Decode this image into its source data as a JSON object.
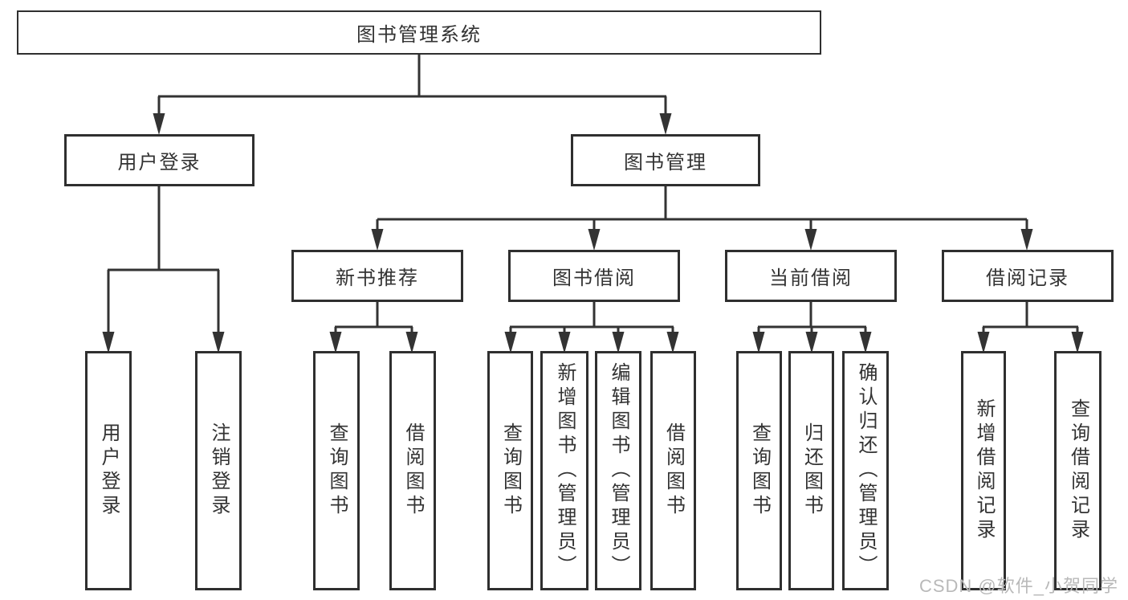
{
  "tree": {
    "root": {
      "label": "图书管理系统"
    },
    "level1": [
      {
        "label": "用户登录",
        "children": [
          {
            "label": "用户登录"
          },
          {
            "label": "注销登录"
          }
        ]
      },
      {
        "label": "图书管理",
        "groups": [
          {
            "label": "新书推荐",
            "children": [
              {
                "label": "查询图书"
              },
              {
                "label": "借阅图书"
              }
            ]
          },
          {
            "label": "图书借阅",
            "children": [
              {
                "label": "查询图书"
              },
              {
                "label": "新增图书（管理员）"
              },
              {
                "label": "编辑图书（管理员）"
              },
              {
                "label": "借阅图书"
              }
            ]
          },
          {
            "label": "当前借阅",
            "children": [
              {
                "label": "查询图书"
              },
              {
                "label": "归还图书"
              },
              {
                "label": "确认归还（管理员）"
              }
            ]
          },
          {
            "label": "借阅记录",
            "children": [
              {
                "label": "新增借阅记录"
              },
              {
                "label": "查询借阅记录"
              }
            ]
          }
        ]
      }
    ]
  },
  "watermark": {
    "text": "CSDN @软件_小贺同学"
  },
  "colors": {
    "line": "#333333",
    "box_border": "#2f2f2f",
    "text": "#333333",
    "watermark": "#b9b9b9",
    "background": "#ffffff"
  }
}
